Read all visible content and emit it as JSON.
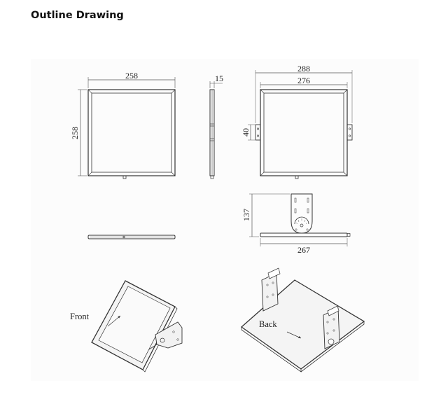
{
  "section": {
    "title": "Outline Drawing"
  },
  "front_view": {
    "width_dim": "258",
    "height_dim": "258"
  },
  "side_view": {
    "thickness_dim": "15"
  },
  "bracket_view": {
    "overall_width_dim": "288",
    "panel_width_dim": "276",
    "bracket_dim": "40"
  },
  "top_view": {
    "height_dim": "137",
    "width_dim": "267"
  },
  "iso_views": {
    "front_label": "Front",
    "back_label": "Back"
  },
  "colors": {
    "line": "#333333",
    "dim_line": "#555555",
    "panel_fill": "#f4f4f4",
    "sheet_bg": "#fcfcfc"
  }
}
